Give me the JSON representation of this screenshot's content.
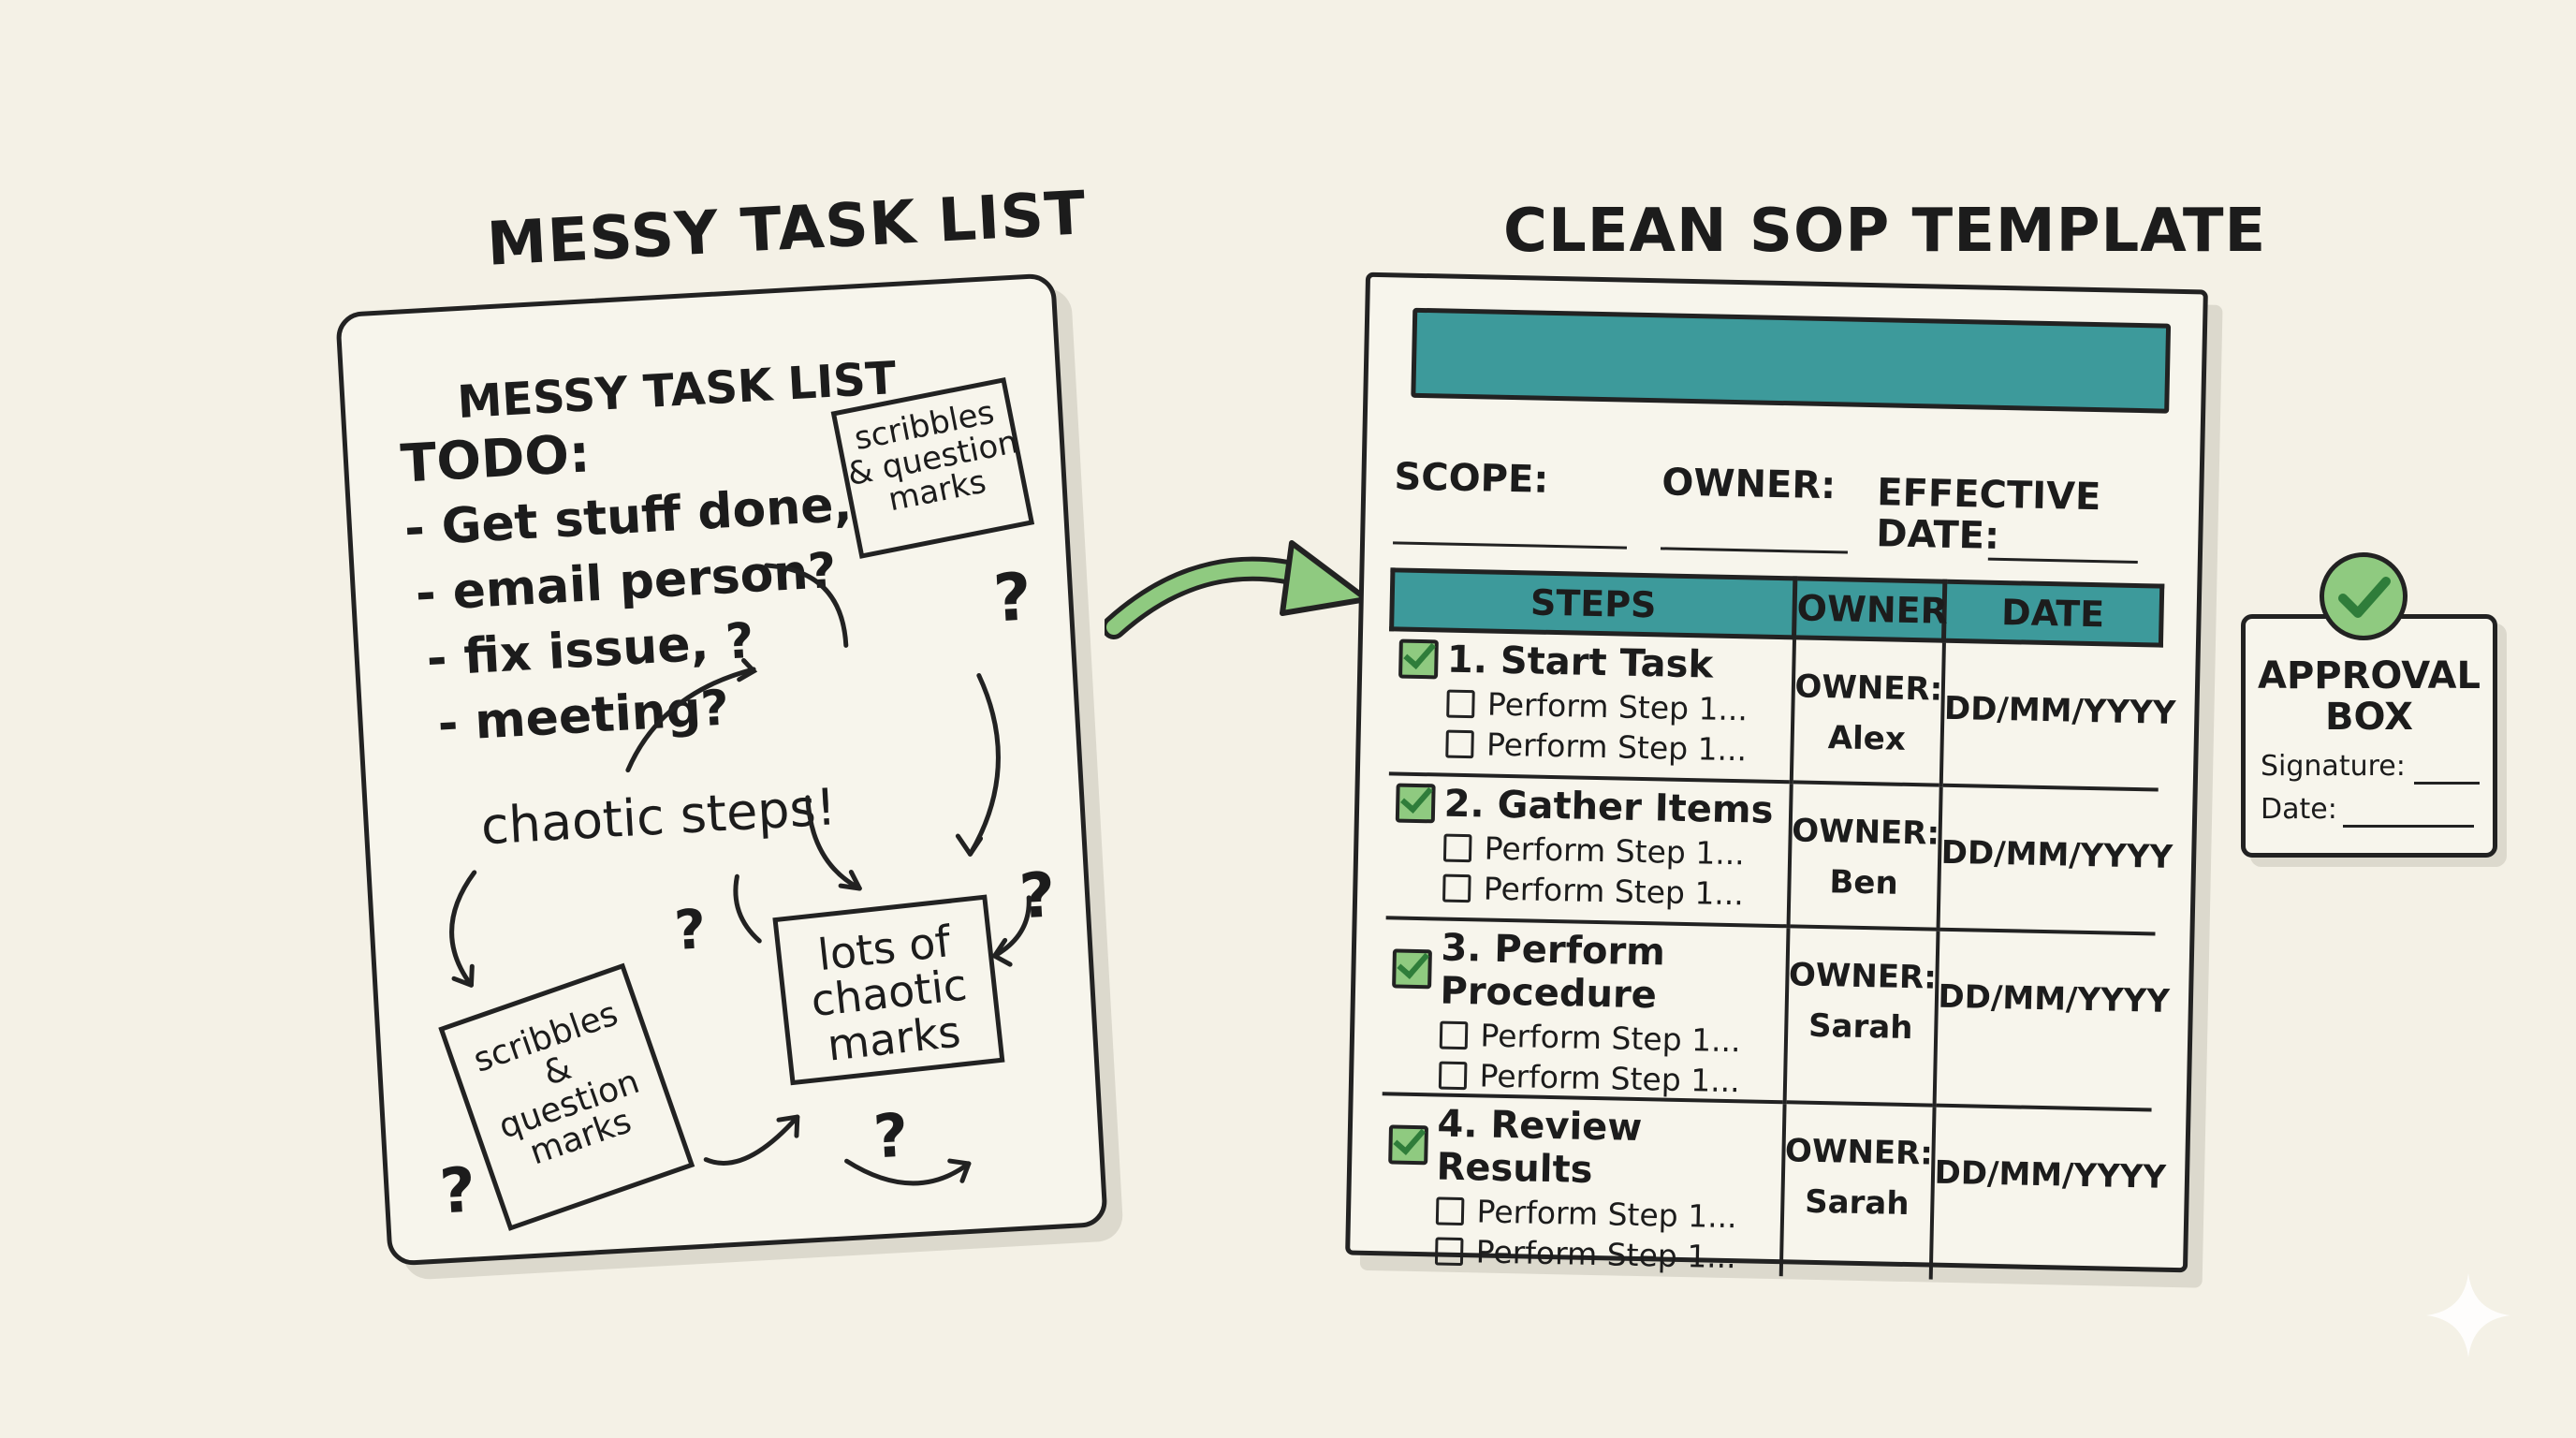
{
  "left": {
    "heading": "MESSY TASK LIST",
    "card_heading": "MESSY TASK LIST",
    "todo_label": "TODO:",
    "items": [
      "- Get stuff done,",
      "- email person?",
      "- fix issue, ?",
      "- meeting?"
    ],
    "chaotic_label": "chaotic steps!",
    "note_top": [
      "scribbles",
      "& question",
      "marks"
    ],
    "note_bottom": [
      "scribbles",
      "&",
      "question",
      "marks"
    ],
    "note_center": [
      "lots of",
      "chaotic",
      "marks"
    ],
    "question_mark": "?"
  },
  "right": {
    "heading": "CLEAN SOP TEMPLATE",
    "scope_label": "SCOPE:",
    "owner_label": "OWNER:",
    "effective_label": "EFFECTIVE",
    "date_label": "DATE:",
    "columns": [
      "STEPS",
      "OWNER",
      "DATE"
    ],
    "rows": [
      {
        "step": "1. Start Task",
        "subs": [
          "Perform Step 1...",
          "Perform Step 1..."
        ],
        "owner_label": "OWNER:",
        "owner": "Alex",
        "date": "DD/MM/YYYY"
      },
      {
        "step": "2. Gather Items",
        "subs": [
          "Perform Step 1...",
          "Perform Step 1..."
        ],
        "owner_label": "OWNER:",
        "owner": "Ben",
        "date": "DD/MM/YYYY"
      },
      {
        "step": "3. Perform Procedure",
        "subs": [
          "Perform Step 1...",
          "Perform Step 1..."
        ],
        "owner_label": "OWNER:",
        "owner": "Sarah",
        "date": "DD/MM/YYYY"
      },
      {
        "step": "4. Review Results",
        "subs": [
          "Perform Step 1...",
          "Perform Step 1..."
        ],
        "owner_label": "OWNER:",
        "owner": "Sarah",
        "date": "DD/MM/YYYY"
      }
    ]
  },
  "approval": {
    "title_line1": "APPROVAL",
    "title_line2": "BOX",
    "signature_label": "Signature:",
    "date_label": "Date:"
  },
  "colors": {
    "background": "#f4f1e6",
    "teal": "#3d9a9b",
    "green": "#8fca80",
    "ink": "#1c1c1c"
  }
}
